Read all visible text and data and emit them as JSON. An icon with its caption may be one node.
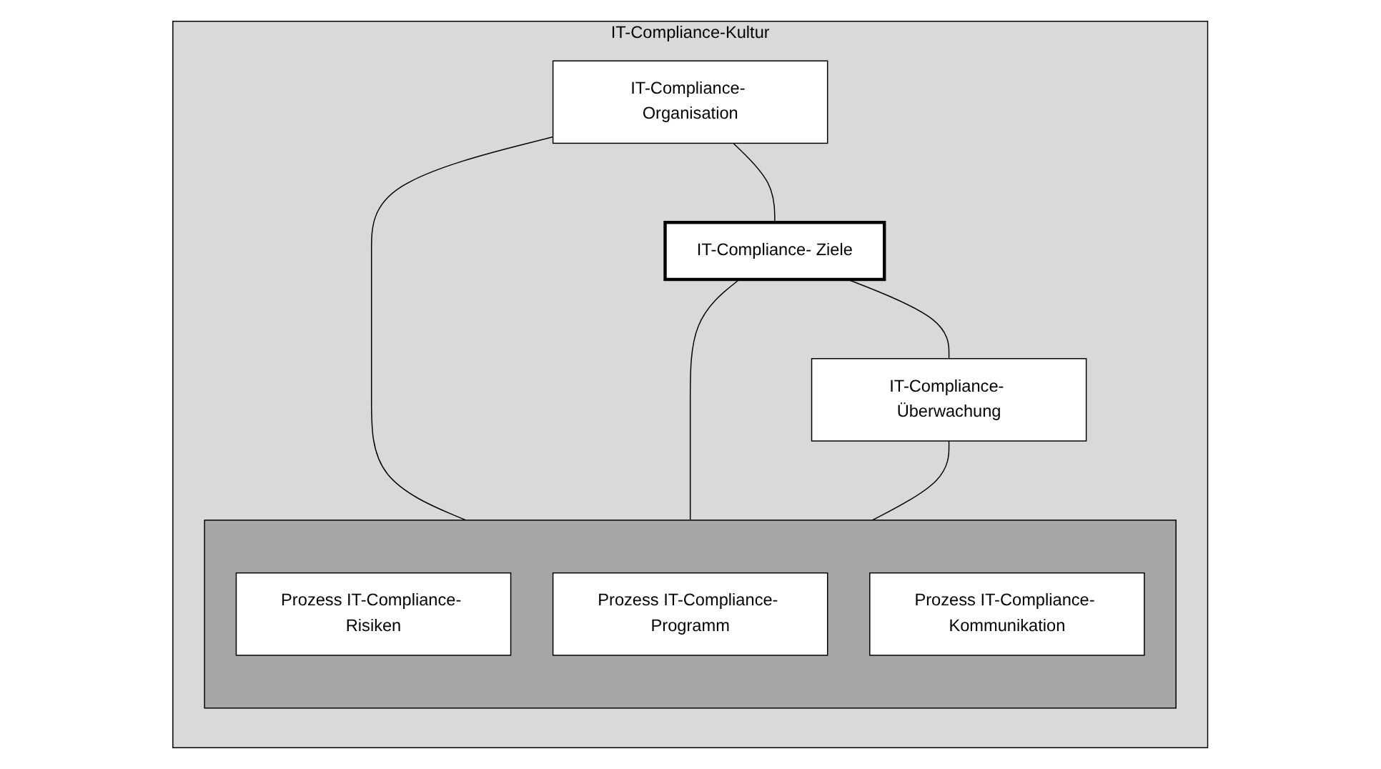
{
  "diagram": {
    "nodes": [
      {
        "text": [
          "IT-Compliance-Kultur"
        ]
      },
      {
        "text": [
          "IT-Compliance- Organisation"
        ],
        "in": 0
      },
      {
        "text": [
          "IT-Compliance- Ziele"
        ],
        "in": 0
      },
      {
        "text": [
          "IT-Compliance- Überwachung"
        ],
        "in": 0
      },
      {
        "text": [],
        "shape": "box",
        "in": 0
      },
      {
        "text": [
          "Prozess IT-Compliance- Risiken"
        ],
        "in": 4
      },
      {
        "text": [
          "Prozess IT-Compliance- Programm"
        ],
        "in": 4
      },
      {
        "text": [
          "Prozess IT-Compliance- Kommunikation"
        ],
        "in": 4
      }
    ],
    "edges": [
      {
        "from": 1,
        "to": 2,
        "arrow": "none"
      },
      {
        "from": 2,
        "to": 3,
        "arrow": "none"
      },
      {
        "from": 1,
        "to": 4,
        "arrow": "none"
      },
      {
        "from": 2,
        "to": 4,
        "arrow": "none"
      },
      {
        "from": 3,
        "to": 4,
        "arrow": "none"
      }
    ]
  }
}
